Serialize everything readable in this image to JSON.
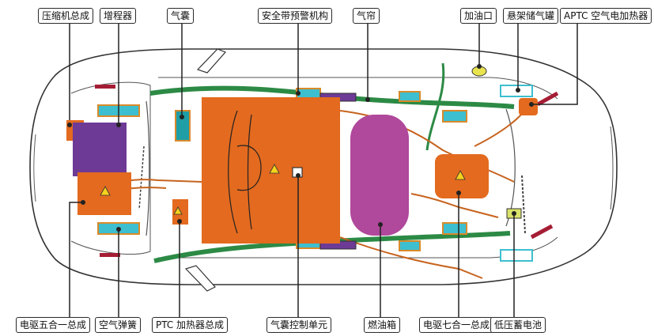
{
  "labels": {
    "compressor": "压缩机总成",
    "range_extender": "增程器",
    "airbag": "气囊",
    "seatbelt_warning": "安全带预警机构",
    "air_curtain": "气帘",
    "fuel_filler": "加油口",
    "suspension_tank": "悬架储气罐",
    "aptc_heater": "APTC 空气电加热器",
    "e_drive_five": "电驱五合一总成",
    "air_spring": "空气弹簧",
    "ptc_heater": "PTC 加热器总成",
    "airbag_control": "气囊控制单元",
    "fuel_tank": "燃油箱",
    "e_drive_seven": "电驱七合一总成",
    "lv_battery": "低压蓄电池"
  },
  "colors": {
    "orange": "#e36a1f",
    "purple": "#6d3a96",
    "magenta": "#b0489b",
    "teal": "#1f9ea6",
    "green": "#2c8a45",
    "crimson": "#a51d34",
    "wire": "#c7631e"
  },
  "icons": [
    "high-voltage-warning-icon"
  ]
}
